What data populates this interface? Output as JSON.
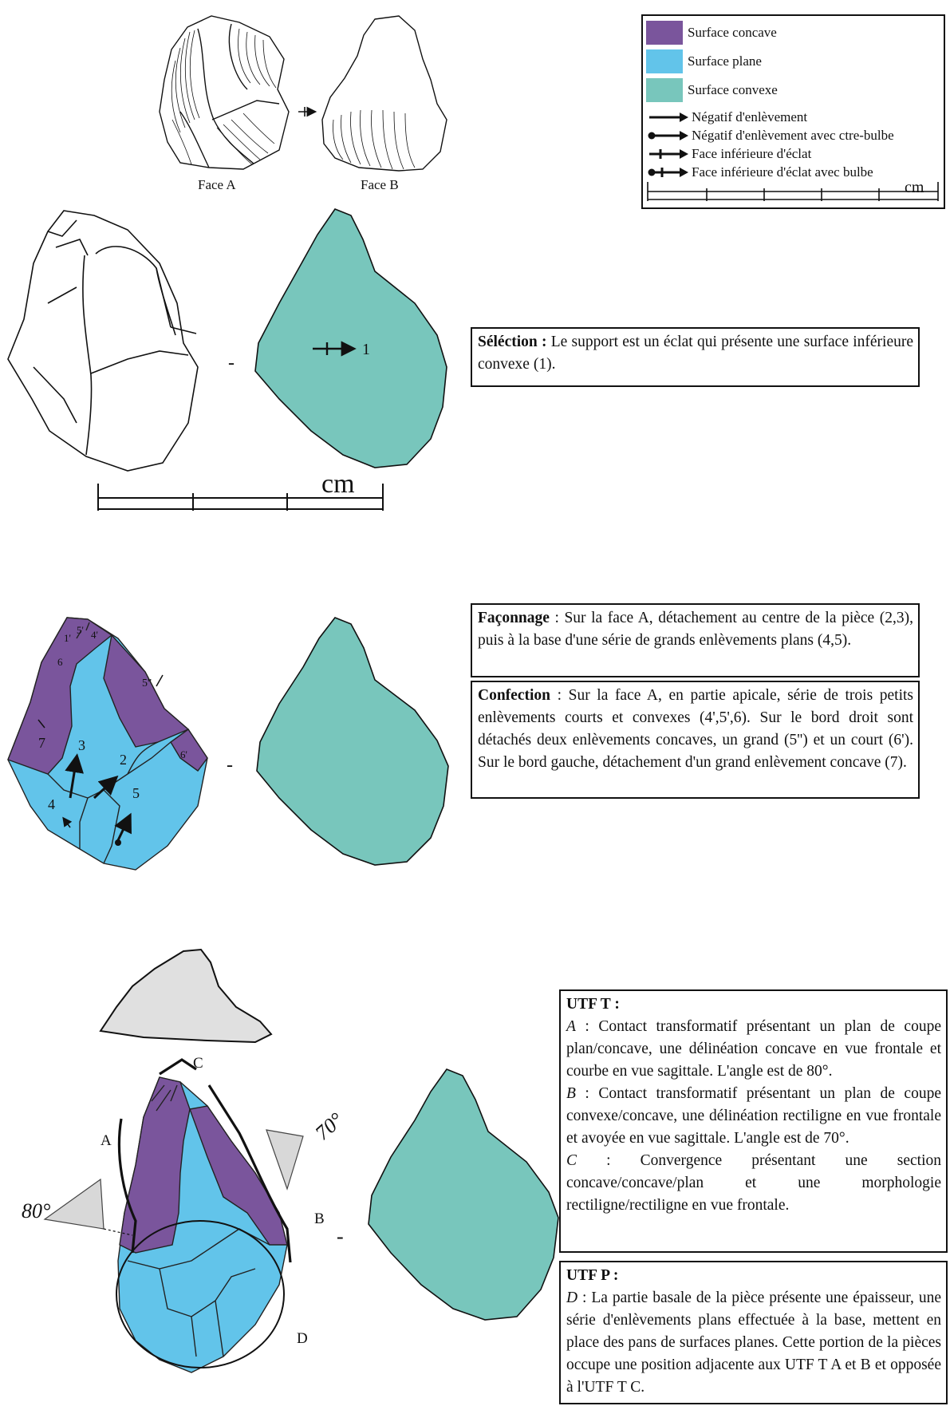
{
  "colors": {
    "concave": "#7a559c",
    "plane": "#62c4ea",
    "convex": "#78c6bc",
    "section": "#e0e0e0",
    "angle": "#d8d8d8"
  },
  "legend": {
    "items": [
      {
        "label": "Surface concave",
        "color": "#7a559c"
      },
      {
        "label": "Surface plane",
        "color": "#62c4ea"
      },
      {
        "label": "Surface convexe",
        "color": "#78c6bc"
      }
    ],
    "arrows": [
      {
        "icon": "removal-negative-arrow-icon",
        "label": "Négatif d'enlèvement"
      },
      {
        "icon": "removal-negative-counter-bulb-arrow-icon",
        "label": "Négatif d'enlèvement avec ctre-bulbe"
      },
      {
        "icon": "flake-ventral-face-arrow-icon",
        "label": "Face inférieure d'éclat"
      },
      {
        "icon": "flake-ventral-face-bulb-arrow-icon",
        "label": "Face inférieure d'éclat avec bulbe"
      }
    ],
    "scale_unit": "cm"
  },
  "drawing": {
    "face_a": "Face A",
    "face_b": "Face B"
  },
  "section1": {
    "flake_number": "1",
    "scale_unit": "cm",
    "dash": "-",
    "title": "Séléction :",
    "text": "Le support est un éclat qui présente une surface inférieure convexe (1)."
  },
  "section2": {
    "labels": [
      "1'",
      "5'",
      "4'",
      "6",
      "5''",
      "7",
      "3",
      "2",
      "6'",
      "4",
      "5"
    ],
    "dash": "-",
    "faconnage_title": "Façonnage",
    "faconnage_text": ": Sur la face A, détachement au centre de la pièce (2,3), puis à la base d'une série de grands enlèvements plans (4,5).",
    "confection_title": "Confection",
    "confection_text": ": Sur la face A, en partie apicale, série de trois petits enlèvements courts et convexes (4',5',6). Sur le bord droit sont détachés deux enlèvements concaves, un grand (5'') et un court (6'). Sur le bord gauche, détachement d'un grand enlèvement concave (7)."
  },
  "section3": {
    "label_a": "A",
    "label_b": "B",
    "label_c": "C",
    "label_d": "D",
    "angle_a": "80°",
    "angle_b": "70°",
    "dash": "-",
    "utft_title": "UTF T :",
    "utft_a_letter": "A",
    "utft_a_text": " : Contact transformatif présentant un plan de coupe plan/concave, une délinéation concave en vue frontale et courbe en vue sagittale. L'angle est de 80°.",
    "utft_b_letter": "B",
    "utft_b_text": " : Contact transformatif présentant un plan de coupe convexe/concave, une délinéation rectiligne en vue frontale et avoyée en vue sagittale. L'angle est de 70°.",
    "utft_c_letter": "C",
    "utft_c_text": " : Convergence présentant une section concave/concave/plan et une morphologie rectiligne/rectiligne en vue frontale.",
    "utfp_title": "UTF P :",
    "utfp_d_letter": "D",
    "utfp_d_text": " : La partie basale de la pièce présente une épaisseur, une série d'enlèvements plans effectuée à la base, mettent en place des pans de surfaces planes. Cette portion de la pièces occupe une position adjacente aux UTF T A et B et opposée à l'UTF T C."
  }
}
